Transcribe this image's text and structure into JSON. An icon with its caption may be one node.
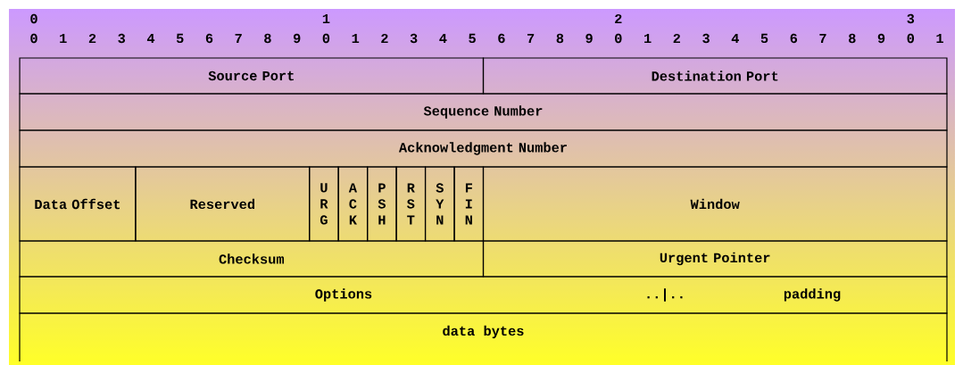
{
  "diagram": {
    "nodes": [
      {
        "text": [
          "Source Port"
        ]
      },
      {
        "text": [
          "Destination Port"
        ]
      },
      {
        "text": [
          "Sequence Number"
        ]
      },
      {
        "text": [
          "Acknowledgment Number"
        ]
      },
      {
        "text": [
          "Data Offset"
        ]
      },
      {
        "text": [
          "Reserved"
        ]
      },
      {
        "text": [
          "U R G"
        ]
      },
      {
        "text": [
          "A C K"
        ]
      },
      {
        "text": [
          "P S H"
        ]
      },
      {
        "text": [
          "R S T"
        ]
      },
      {
        "text": [
          "S Y N"
        ]
      },
      {
        "text": [
          "F I N"
        ]
      },
      {
        "text": [
          "Window"
        ]
      },
      {
        "text": [
          "Checksum"
        ]
      },
      {
        "text": [
          "Urgent Pointer"
        ]
      },
      {
        "text": [
          "Options",
          "..|..",
          "padding"
        ]
      },
      {
        "text": [
          "data bytes"
        ]
      }
    ],
    "labels": [
      "0",
      "1",
      "2",
      "3",
      "0",
      "1",
      "2",
      "3",
      "4",
      "5",
      "6",
      "7",
      "8",
      "9",
      "0",
      "1",
      "2",
      "3",
      "4",
      "5",
      "6",
      "7",
      "8",
      "9",
      "0",
      "1",
      "2",
      "3",
      "4",
      "5",
      "6",
      "7",
      "8",
      "9",
      "0",
      "1"
    ]
  }
}
